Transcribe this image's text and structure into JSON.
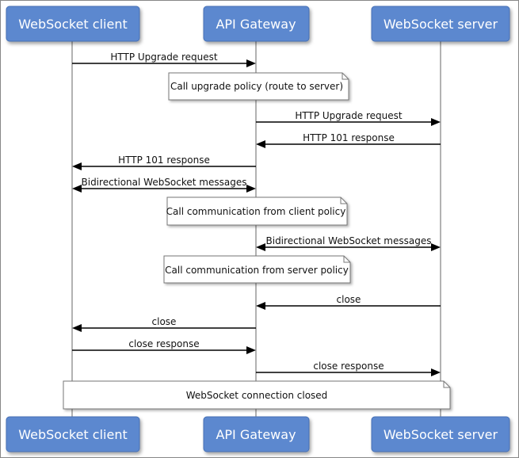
{
  "actors": [
    {
      "id": "client",
      "label": "WebSocket client"
    },
    {
      "id": "gateway",
      "label": "API Gateway"
    },
    {
      "id": "server",
      "label": "WebSocket server"
    }
  ],
  "messages": [
    {
      "from": "client",
      "to": "gateway",
      "label": "HTTP Upgrade request",
      "bidirectional": false
    },
    {
      "from": "gateway",
      "to": "server",
      "label": "HTTP Upgrade request",
      "bidirectional": false
    },
    {
      "from": "server",
      "to": "gateway",
      "label": "HTTP 101 response",
      "bidirectional": false
    },
    {
      "from": "gateway",
      "to": "client",
      "label": "HTTP 101 response",
      "bidirectional": false
    },
    {
      "from": "client",
      "to": "gateway",
      "label": "Bidirectional WebSocket messages",
      "bidirectional": true
    },
    {
      "from": "gateway",
      "to": "server",
      "label": "Bidirectional WebSocket messages",
      "bidirectional": true
    },
    {
      "from": "server",
      "to": "gateway",
      "label": "close",
      "bidirectional": false
    },
    {
      "from": "gateway",
      "to": "client",
      "label": "close",
      "bidirectional": false
    },
    {
      "from": "client",
      "to": "gateway",
      "label": "close response",
      "bidirectional": false
    },
    {
      "from": "gateway",
      "to": "server",
      "label": "close response",
      "bidirectional": false
    }
  ],
  "notes": [
    {
      "label": "Call upgrade policy (route to server)"
    },
    {
      "label": "Call communication from client policy"
    },
    {
      "label": "Call communication from server policy"
    },
    {
      "label": "WebSocket connection closed"
    }
  ],
  "colors": {
    "actor_fill": "#5b88cf",
    "actor_stroke": "#4670b5",
    "lifeline": "#999999",
    "arrow": "#000000",
    "note_fill": "#ffffff",
    "note_stroke": "#777777"
  }
}
